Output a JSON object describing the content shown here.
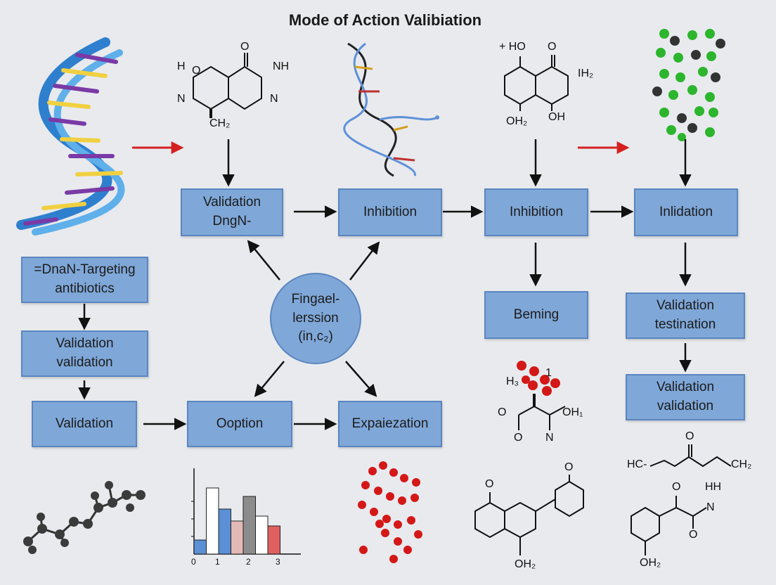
{
  "title": "Mode of Action Valibiation",
  "boxes": {
    "validation_dngn": [
      "Validation",
      "DngN-"
    ],
    "inhibition_1": "Inhibition",
    "inhibition_2": "Inhibition",
    "inlidation": "Inlidation",
    "dnan_targeting": [
      "=DnaN-Targeting",
      "antibiotics"
    ],
    "validation_validation_left": [
      "Validation",
      "validation"
    ],
    "validation_bottom_left": "Validation",
    "ooption": "Ooption",
    "expaiezation": "Expaiezation",
    "beming": "Beming",
    "validation_testination": [
      "Validation",
      "testination"
    ],
    "validation_validation_right": [
      "Validation",
      "validation"
    ]
  },
  "center_node": [
    "Fingael-",
    "lerssion",
    "(in,c₂)"
  ],
  "chem_labels": {
    "mol1": [
      "H",
      "O",
      "O",
      "NH",
      "N",
      "N",
      "CH₂"
    ],
    "mol2": [
      "+ HO",
      "O",
      "IH₂",
      "OH₂",
      "OH"
    ],
    "mol3": [
      "H₃",
      "1",
      "O",
      "OH₁",
      "O",
      "N"
    ],
    "mol4": [
      "O",
      "HC-",
      "CH₂"
    ],
    "mol5": [
      "O",
      "HH",
      "N",
      "O",
      "OH₂"
    ],
    "mol6": [
      "O",
      "O",
      "OH₂"
    ]
  },
  "chart_data": {
    "type": "bar",
    "title": "",
    "xlabel": "",
    "ylabel": "",
    "x_ticks": [
      "0",
      "1",
      "2",
      "3"
    ],
    "values": [
      0.2,
      0.94,
      0.64,
      0.47,
      0.82,
      0.54,
      0.4
    ],
    "bar_colors": [
      "#5b8fd6",
      "#ffffff",
      "#5b8fd6",
      "#e3b9b6",
      "#8c8c8c",
      "#ffffff",
      "#e06060"
    ],
    "ylim": [
      0,
      1
    ]
  },
  "colors": {
    "box_fill": "#7fa7d8",
    "box_border": "#5b86bf",
    "arrow": "#111111",
    "red_arrow": "#d42020",
    "background": "#e8eaee"
  }
}
